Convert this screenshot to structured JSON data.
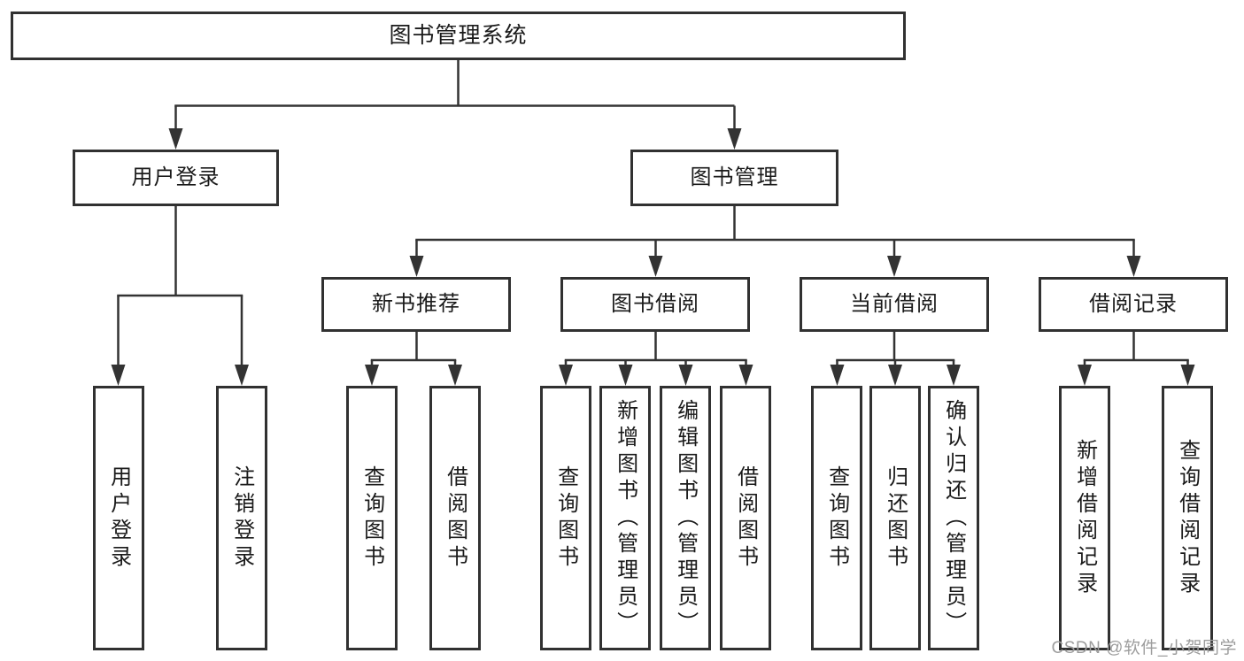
{
  "diagram": {
    "type": "hierarchy-tree",
    "background_color": "#ffffff",
    "line_color": "#333333",
    "text_color": "#1a1a1a",
    "watermark_color": "#9d9d9d",
    "root": {
      "label": "图书管理系统"
    },
    "level1": [
      {
        "label": "用户登录",
        "children": [
          {
            "label": "用户登录"
          },
          {
            "label": "注销登录"
          }
        ]
      },
      {
        "label": "图书管理",
        "children": [
          {
            "label": "新书推荐",
            "children": [
              {
                "label": "查询图书"
              },
              {
                "label": "借阅图书"
              }
            ]
          },
          {
            "label": "图书借阅",
            "children": [
              {
                "label": "查询图书"
              },
              {
                "label": "新增图书（管理员）"
              },
              {
                "label": "编辑图书（管理员）"
              },
              {
                "label": "借阅图书"
              }
            ]
          },
          {
            "label": "当前借阅",
            "children": [
              {
                "label": "查询图书"
              },
              {
                "label": "归还图书"
              },
              {
                "label": "确认归还（管理员）"
              }
            ]
          },
          {
            "label": "借阅记录",
            "children": [
              {
                "label": "新增借阅记录"
              },
              {
                "label": "查询借阅记录"
              }
            ]
          }
        ]
      }
    ],
    "watermark": "CSDN @软件_小贺同学"
  }
}
